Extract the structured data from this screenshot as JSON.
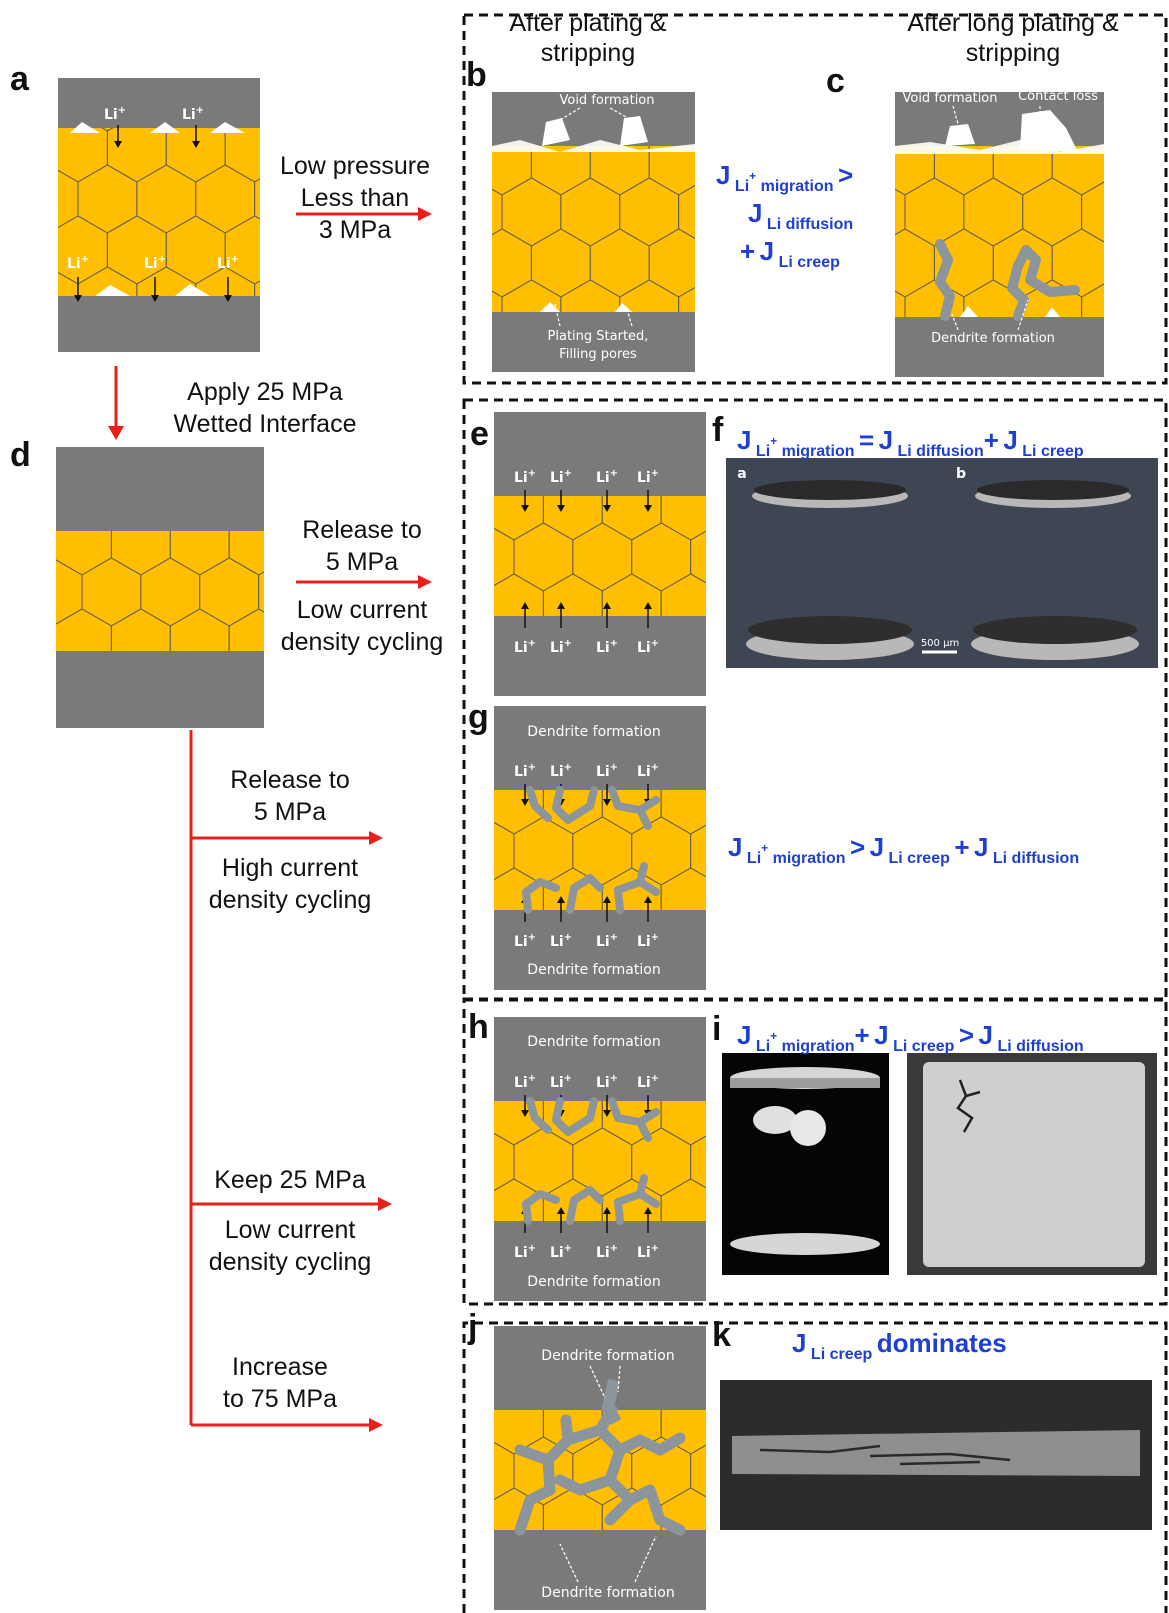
{
  "panel_letters": {
    "a": "a",
    "b": "b",
    "c": "c",
    "d": "d",
    "e": "e",
    "f": "f",
    "g": "g",
    "h": "h",
    "i": "i",
    "j": "j",
    "k": "k"
  },
  "headers": {
    "b_line1": "After plating &",
    "b_line2": "stripping",
    "c_line1": "After long plating &",
    "c_line2": "stripping"
  },
  "conditions": {
    "low_pressure": [
      "Low pressure",
      "Less than",
      "3 MPa"
    ],
    "apply": [
      "Apply 25 MPa",
      "Wetted Interface"
    ],
    "release_low": [
      "Release to",
      "5 MPa"
    ],
    "low_current": [
      "Low current",
      "density cycling"
    ],
    "release_high": [
      "Release to",
      "5 MPa"
    ],
    "high_current": [
      "High current",
      "density cycling"
    ],
    "keep": [
      "Keep 25 MPa"
    ],
    "keep_current": [
      "Low current",
      "density cycling"
    ],
    "increase": [
      "Increase",
      "to 75 MPa"
    ]
  },
  "annotations": {
    "li_ion": "Li+",
    "void_formation": "Void formation",
    "contact_loss": "Contact loss",
    "plating_started": "Plating  Started,",
    "filling_pores": "Filling pores",
    "dendrite_formation": "Dendrite formation",
    "scale_bar": "500 μm",
    "tomo_a": "a",
    "tomo_b": "b"
  },
  "equations": {
    "J": "J",
    "li_ion": "Li",
    "plus_sup": "+",
    "migration": "migration",
    "diffusion": "Li diffusion",
    "creep": "Li creep",
    "gt": ">",
    "eqsign": "=",
    "plus": "+",
    "dominates": "dominates"
  },
  "colors": {
    "grain": "#ffbf00",
    "grain_edge": "#5a5a5a",
    "electrode": "#7a7a7a",
    "dendrite": "#8c959b",
    "arrow_red": "#e8201b",
    "equation_blue": "#1f3fd1"
  }
}
